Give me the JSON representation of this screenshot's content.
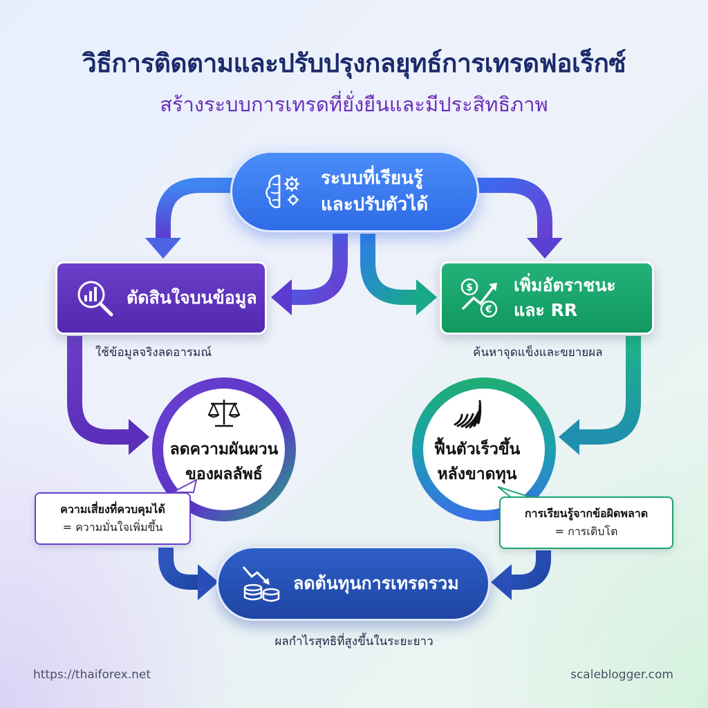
{
  "header": {
    "title": "วิธีการติดตามและปรับปรุงกลยุทธ์การเทรดฟอเร็กซ์",
    "subtitle": "สร้างระบบการเทรดที่ยั่งยืนและมีประสิทธิภาพ"
  },
  "nodes": {
    "top": {
      "line1": "ระบบที่เรียนรู้",
      "line2": "และปรับตัวได้",
      "icon": "brain-gear-icon"
    },
    "left_box": {
      "label": "ตัดสินใจบนข้อมูล",
      "icon": "magnifier-chart-icon",
      "caption": "ใช้ข้อมูลจริงลดอารมณ์"
    },
    "right_box": {
      "line1": "เพิ่มอัตราชนะ",
      "line2": "และ RR",
      "icon": "money-growth-icon",
      "caption": "ค้นหาจุดแข็งและขยายผล"
    },
    "left_ring": {
      "line1": "ลดความผันผวน",
      "line2": "ของผลลัพธ์",
      "icon": "scales-icon"
    },
    "right_ring": {
      "line1": "ฟื้นตัวเร็วขึ้น",
      "line2": "หลังขาดทุน",
      "icon": "spring-icon"
    },
    "bottom": {
      "label": "ลดต้นทุนการเทรดรวม",
      "icon": "coins-down-icon",
      "caption": "ผลกำไรสุทธิที่สูงขึ้นในระยะยาว"
    }
  },
  "callouts": {
    "left": {
      "bold": "ความเสี่ยงที่ควบคุมได้",
      "normal": "= ความมั่นใจเพิ่มขึ้น"
    },
    "right": {
      "bold": "การเรียนรู้จากข้อผิดพลาด",
      "normal": "= การเติบโต"
    }
  },
  "footer": {
    "left": "https://thaiforex.net",
    "right": "scaleblogger.com"
  },
  "colors": {
    "title": "#1c2a6b",
    "subtitle": "#6a2fb8",
    "blue": "#3572ec",
    "purple": "#5a2fba",
    "green": "#15a06a",
    "navy": "#2350b8"
  }
}
